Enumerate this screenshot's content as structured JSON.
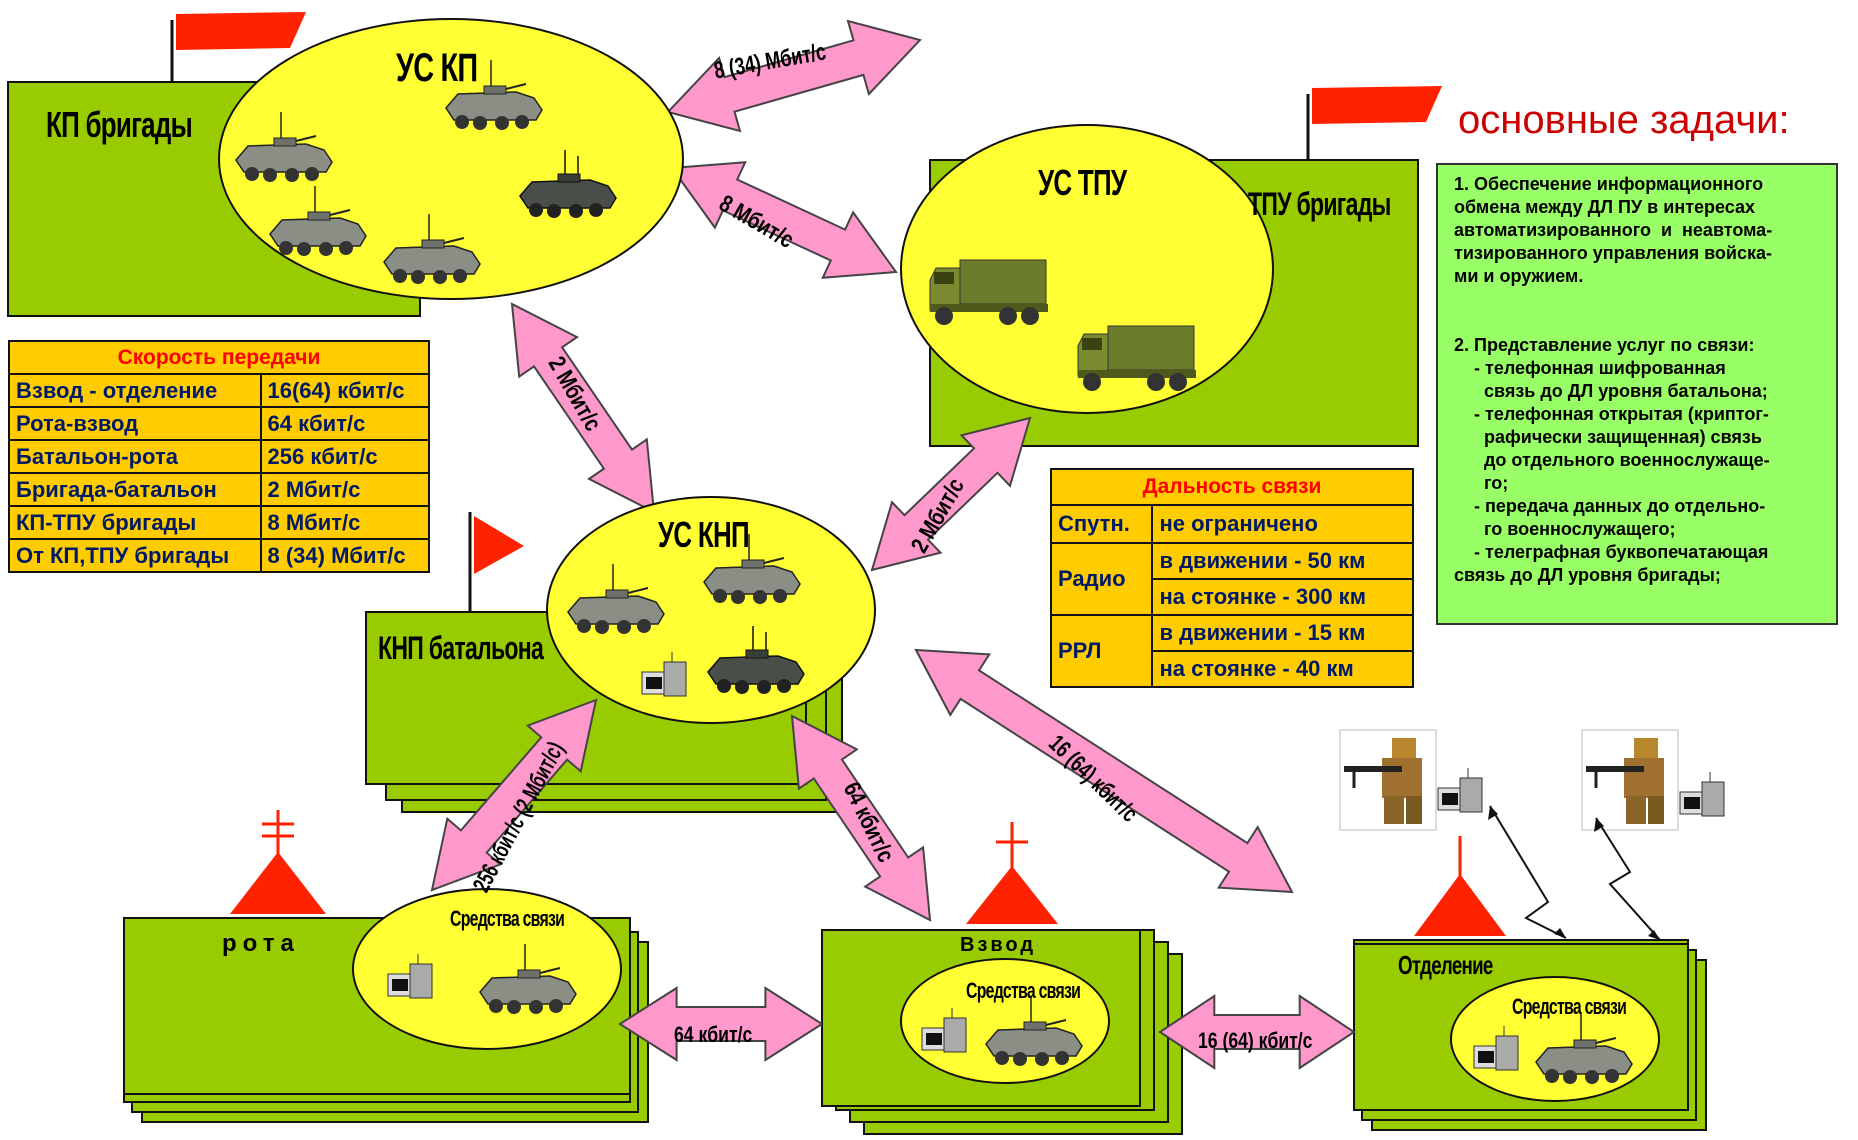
{
  "kp": {
    "frame_label": "КП бригады",
    "node_label": "УС КП"
  },
  "tpu": {
    "frame_label": "ТПУ бригады",
    "node_label": "УС ТПУ"
  },
  "knp": {
    "frame_label": "КНП батальона",
    "node_label": "УС КНП"
  },
  "rota": {
    "frame_label": "рота",
    "node_label": "Средства связи"
  },
  "vzvod": {
    "frame_label": "Взвод",
    "node_label": "Средства связи"
  },
  "otd": {
    "frame_label": "Отделение",
    "node_label": "Средства связи"
  },
  "links": {
    "kp_out": "8 (34) Мбит/с",
    "kp_tpu": "8 Мбит/с",
    "kp_knp": "2 Мбит/с",
    "tpu_knp": "2 Мбит/с",
    "knp_rota": "256 кбит/с (2 Мбит/с)",
    "knp_vzvod": "64 кбит/с",
    "knp_otd": "16 (64) кбит/с",
    "rota_vzvod": "64 кбит/с",
    "vzvod_otd": "16 (64) кбит/с"
  },
  "speed_table": {
    "title": "Скорость передачи",
    "rows": [
      [
        "Взвод - отделение",
        "16(64) кбит/с"
      ],
      [
        "Рота-взвод",
        "64 кбит/с"
      ],
      [
        "Батальон-рота",
        "256 кбит/с"
      ],
      [
        "Бригада-батальон",
        "2 Мбит/с"
      ],
      [
        "КП-ТПУ бригады",
        "8 Мбит/с"
      ],
      [
        "От КП,ТПУ бригады",
        "8 (34) Мбит/с"
      ]
    ]
  },
  "range_table": {
    "title": "Дальность связи",
    "sputn": "Спутн.",
    "sputn_val": "не ограничено",
    "radio": "Радио",
    "radio_move": "в движении - 50 км",
    "radio_stop": "на стоянке   - 300 км",
    "rrl": "РРЛ",
    "rrl_move": "в движении - 15 км",
    "rrl_stop": "на стоянке   - 40 км"
  },
  "tasks": {
    "title": "основные задачи:",
    "lines": [
      "1. Обеспечение информационного",
      "обмена между ДЛ ПУ в интересах",
      "автоматизированного  и  неавтома-",
      "тизированного управления войска-",
      "ми и оружием.",
      "",
      "",
      "2. Представление услуг по связи:",
      "    - телефонная шифрованная",
      "      связь до ДЛ уровня батальона;",
      "    - телефонная открытая (криптог-",
      "      рафически защищенная) связь",
      "      до отдельного военнослужаще-",
      "      го;",
      "    - передача данных до отдельно-",
      "      го военнослужащего;",
      "    - телеграфная буквопечатающая",
      "связь до ДЛ уровня бригады;"
    ]
  },
  "colors": {
    "frame": "#99cc00",
    "node": "#ffff33",
    "arrow": "#ff99cc",
    "flag": "#ff2200",
    "table": "#ffcc00",
    "tasks": "#99ff66",
    "title": "#cc0000"
  }
}
